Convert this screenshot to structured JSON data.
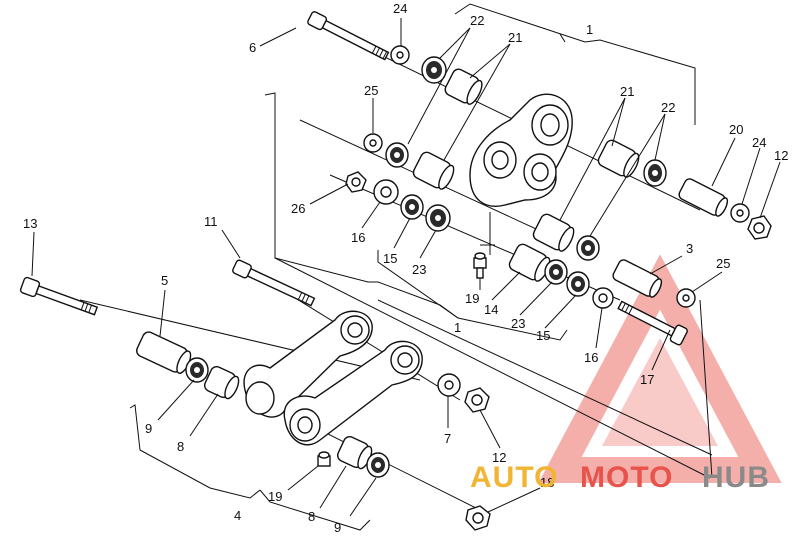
{
  "diagram": {
    "callouts": [
      {
        "id": "c1a",
        "text": "1"
      },
      {
        "id": "c1b",
        "text": "1"
      },
      {
        "id": "c3",
        "text": "3"
      },
      {
        "id": "c4",
        "text": "4"
      },
      {
        "id": "c5",
        "text": "5"
      },
      {
        "id": "c6",
        "text": "6"
      },
      {
        "id": "c7",
        "text": "7"
      },
      {
        "id": "c8a",
        "text": "8"
      },
      {
        "id": "c8b",
        "text": "8"
      },
      {
        "id": "c9a",
        "text": "9"
      },
      {
        "id": "c9b",
        "text": "9"
      },
      {
        "id": "c11",
        "text": "11"
      },
      {
        "id": "c12a",
        "text": "12"
      },
      {
        "id": "c12b",
        "text": "12"
      },
      {
        "id": "c13",
        "text": "13"
      },
      {
        "id": "c14",
        "text": "14"
      },
      {
        "id": "c15a",
        "text": "15"
      },
      {
        "id": "c15b",
        "text": "15"
      },
      {
        "id": "c16a",
        "text": "16"
      },
      {
        "id": "c16b",
        "text": "16"
      },
      {
        "id": "c17",
        "text": "17"
      },
      {
        "id": "c18",
        "text": "18"
      },
      {
        "id": "c19a",
        "text": "19"
      },
      {
        "id": "c19b",
        "text": "19"
      },
      {
        "id": "c20",
        "text": "20"
      },
      {
        "id": "c21a",
        "text": "21"
      },
      {
        "id": "c21b",
        "text": "21"
      },
      {
        "id": "c22a",
        "text": "22"
      },
      {
        "id": "c22b",
        "text": "22"
      },
      {
        "id": "c23a",
        "text": "23"
      },
      {
        "id": "c23b",
        "text": "23"
      },
      {
        "id": "c24a",
        "text": "24"
      },
      {
        "id": "c24b",
        "text": "24"
      },
      {
        "id": "c25a",
        "text": "25"
      },
      {
        "id": "c25b",
        "text": "25"
      },
      {
        "id": "c26",
        "text": "26"
      }
    ]
  },
  "watermark": {
    "text_auto": "AUTO",
    "text_moto": "MOTO",
    "text_hub": "HUB",
    "color_auto": "#f2b533",
    "color_moto": "#e8534b",
    "color_hub": "#8a8a8a",
    "triangle_color": "#e8534b"
  }
}
